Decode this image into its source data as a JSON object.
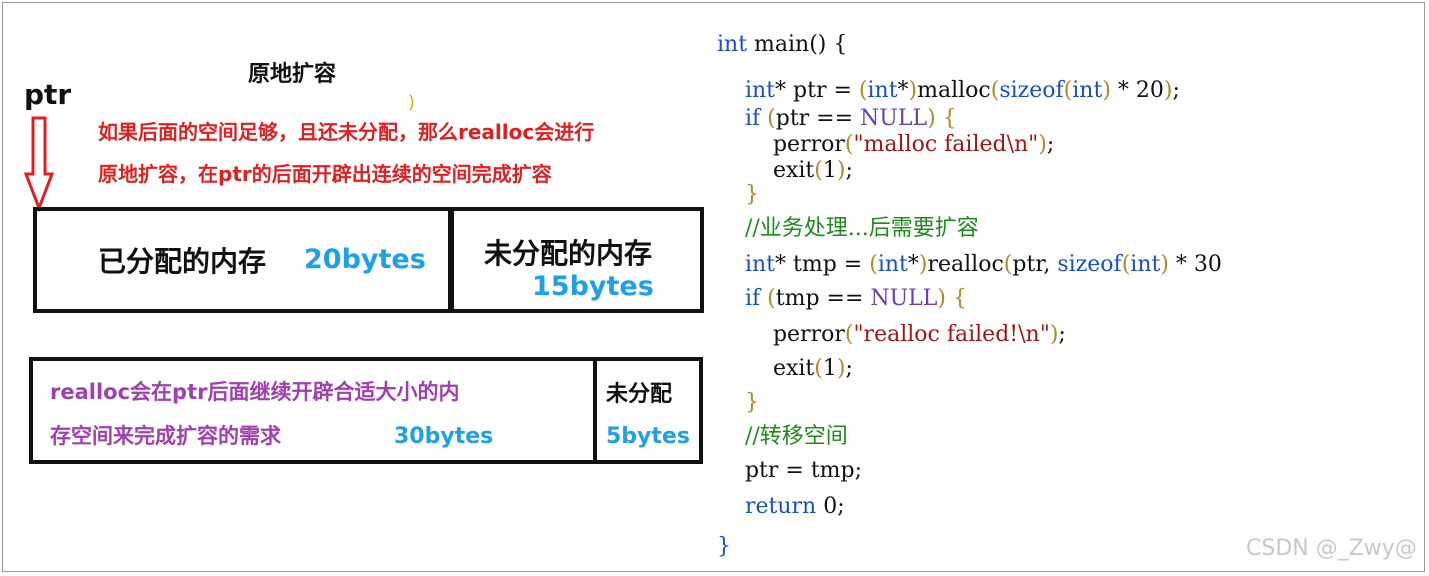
{
  "diagram": {
    "title": "原地扩容",
    "pointer_label": "ptr",
    "stray_paren": ")",
    "description_lines": [
      "如果后面的空间足够，且还未分配，那么realloc会进行",
      "原地扩容，在ptr的后面开辟出连续的空间完成扩容"
    ],
    "top_row": {
      "allocated_label": "已分配的内存",
      "allocated_size": "20bytes",
      "unallocated_label": "未分配的内存",
      "unallocated_size": "15bytes"
    },
    "bottom_row": {
      "desc_lines": [
        "realloc会在ptr后面继续开辟合适大小的内",
        "存空间来完成扩容的需求"
      ],
      "size": "30bytes",
      "unallocated_label": "未分配",
      "unallocated_size": "5bytes"
    },
    "colors": {
      "red_text": "#e02020",
      "blue_size": "#1ea0e6",
      "purple_text": "#a040b0",
      "arrow": "#e02020"
    }
  },
  "code": {
    "lines": [
      {
        "segments": [
          {
            "t": "int",
            "c": "kw"
          },
          {
            "t": " main() {",
            "c": "plain"
          }
        ]
      },
      {
        "segments": [
          {
            "t": "    int",
            "c": "kw"
          },
          {
            "t": "* ptr = ",
            "c": "plain"
          },
          {
            "t": "(",
            "c": "paren"
          },
          {
            "t": "int",
            "c": "kw"
          },
          {
            "t": "*",
            "c": "plain"
          },
          {
            "t": ")",
            "c": "paren"
          },
          {
            "t": "malloc",
            "c": "plain"
          },
          {
            "t": "(",
            "c": "paren"
          },
          {
            "t": "sizeof",
            "c": "kw"
          },
          {
            "t": "(",
            "c": "paren"
          },
          {
            "t": "int",
            "c": "kw"
          },
          {
            "t": ")",
            "c": "paren"
          },
          {
            "t": " * 20",
            "c": "plain"
          },
          {
            "t": ")",
            "c": "paren"
          },
          {
            "t": ";",
            "c": "plain"
          }
        ]
      },
      {
        "segments": [
          {
            "t": "    if",
            "c": "kw"
          },
          {
            "t": " ",
            "c": "plain"
          },
          {
            "t": "(",
            "c": "paren"
          },
          {
            "t": "ptr == ",
            "c": "plain"
          },
          {
            "t": "NULL",
            "c": "nul"
          },
          {
            "t": ")",
            "c": "paren"
          },
          {
            "t": " ",
            "c": "plain"
          },
          {
            "t": "{",
            "c": "paren"
          }
        ]
      },
      {
        "segments": [
          {
            "t": "        perror",
            "c": "plain"
          },
          {
            "t": "(",
            "c": "paren"
          },
          {
            "t": "\"malloc failed\\n\"",
            "c": "str"
          },
          {
            "t": ")",
            "c": "paren"
          },
          {
            "t": ";",
            "c": "plain"
          }
        ]
      },
      {
        "segments": [
          {
            "t": "        exit",
            "c": "plain"
          },
          {
            "t": "(",
            "c": "paren"
          },
          {
            "t": "1",
            "c": "plain"
          },
          {
            "t": ")",
            "c": "paren"
          },
          {
            "t": ";",
            "c": "plain"
          }
        ]
      },
      {
        "segments": [
          {
            "t": "    }",
            "c": "paren"
          }
        ]
      },
      {
        "segments": [
          {
            "t": "    //业务处理...后需要扩容",
            "c": "cmt"
          }
        ]
      },
      {
        "segments": [
          {
            "t": "    int",
            "c": "kw"
          },
          {
            "t": "* tmp = ",
            "c": "plain"
          },
          {
            "t": "(",
            "c": "paren"
          },
          {
            "t": "int",
            "c": "kw"
          },
          {
            "t": "*",
            "c": "plain"
          },
          {
            "t": ")",
            "c": "paren"
          },
          {
            "t": "realloc",
            "c": "plain"
          },
          {
            "t": "(",
            "c": "paren"
          },
          {
            "t": "ptr, ",
            "c": "plain"
          },
          {
            "t": "sizeof",
            "c": "kw"
          },
          {
            "t": "(",
            "c": "paren"
          },
          {
            "t": "int",
            "c": "kw"
          },
          {
            "t": ")",
            "c": "paren"
          },
          {
            "t": " * 30",
            "c": "plain"
          }
        ]
      },
      {
        "segments": [
          {
            "t": "    if",
            "c": "kw"
          },
          {
            "t": " ",
            "c": "plain"
          },
          {
            "t": "(",
            "c": "paren"
          },
          {
            "t": "tmp == ",
            "c": "plain"
          },
          {
            "t": "NULL",
            "c": "nul"
          },
          {
            "t": ")",
            "c": "paren"
          },
          {
            "t": " ",
            "c": "plain"
          },
          {
            "t": "{",
            "c": "paren"
          }
        ]
      },
      {
        "segments": [
          {
            "t": "        perror",
            "c": "plain"
          },
          {
            "t": "(",
            "c": "paren"
          },
          {
            "t": "\"realloc failed!\\n\"",
            "c": "str"
          },
          {
            "t": ")",
            "c": "paren"
          },
          {
            "t": ";",
            "c": "plain"
          }
        ]
      },
      {
        "segments": [
          {
            "t": "        exit",
            "c": "plain"
          },
          {
            "t": "(",
            "c": "paren"
          },
          {
            "t": "1",
            "c": "plain"
          },
          {
            "t": ")",
            "c": "paren"
          },
          {
            "t": ";",
            "c": "plain"
          }
        ]
      },
      {
        "segments": [
          {
            "t": "    }",
            "c": "paren"
          }
        ]
      },
      {
        "segments": [
          {
            "t": "    //转移空间",
            "c": "cmt"
          }
        ]
      },
      {
        "segments": [
          {
            "t": "    ptr = tmp;",
            "c": "plain"
          }
        ]
      },
      {
        "segments": [
          {
            "t": "    return",
            "c": "kw"
          },
          {
            "t": " 0;",
            "c": "plain"
          }
        ]
      },
      {
        "segments": [
          {
            "t": "}",
            "c": "kw"
          }
        ]
      }
    ]
  },
  "watermark": "CSDN @_Zwy@"
}
